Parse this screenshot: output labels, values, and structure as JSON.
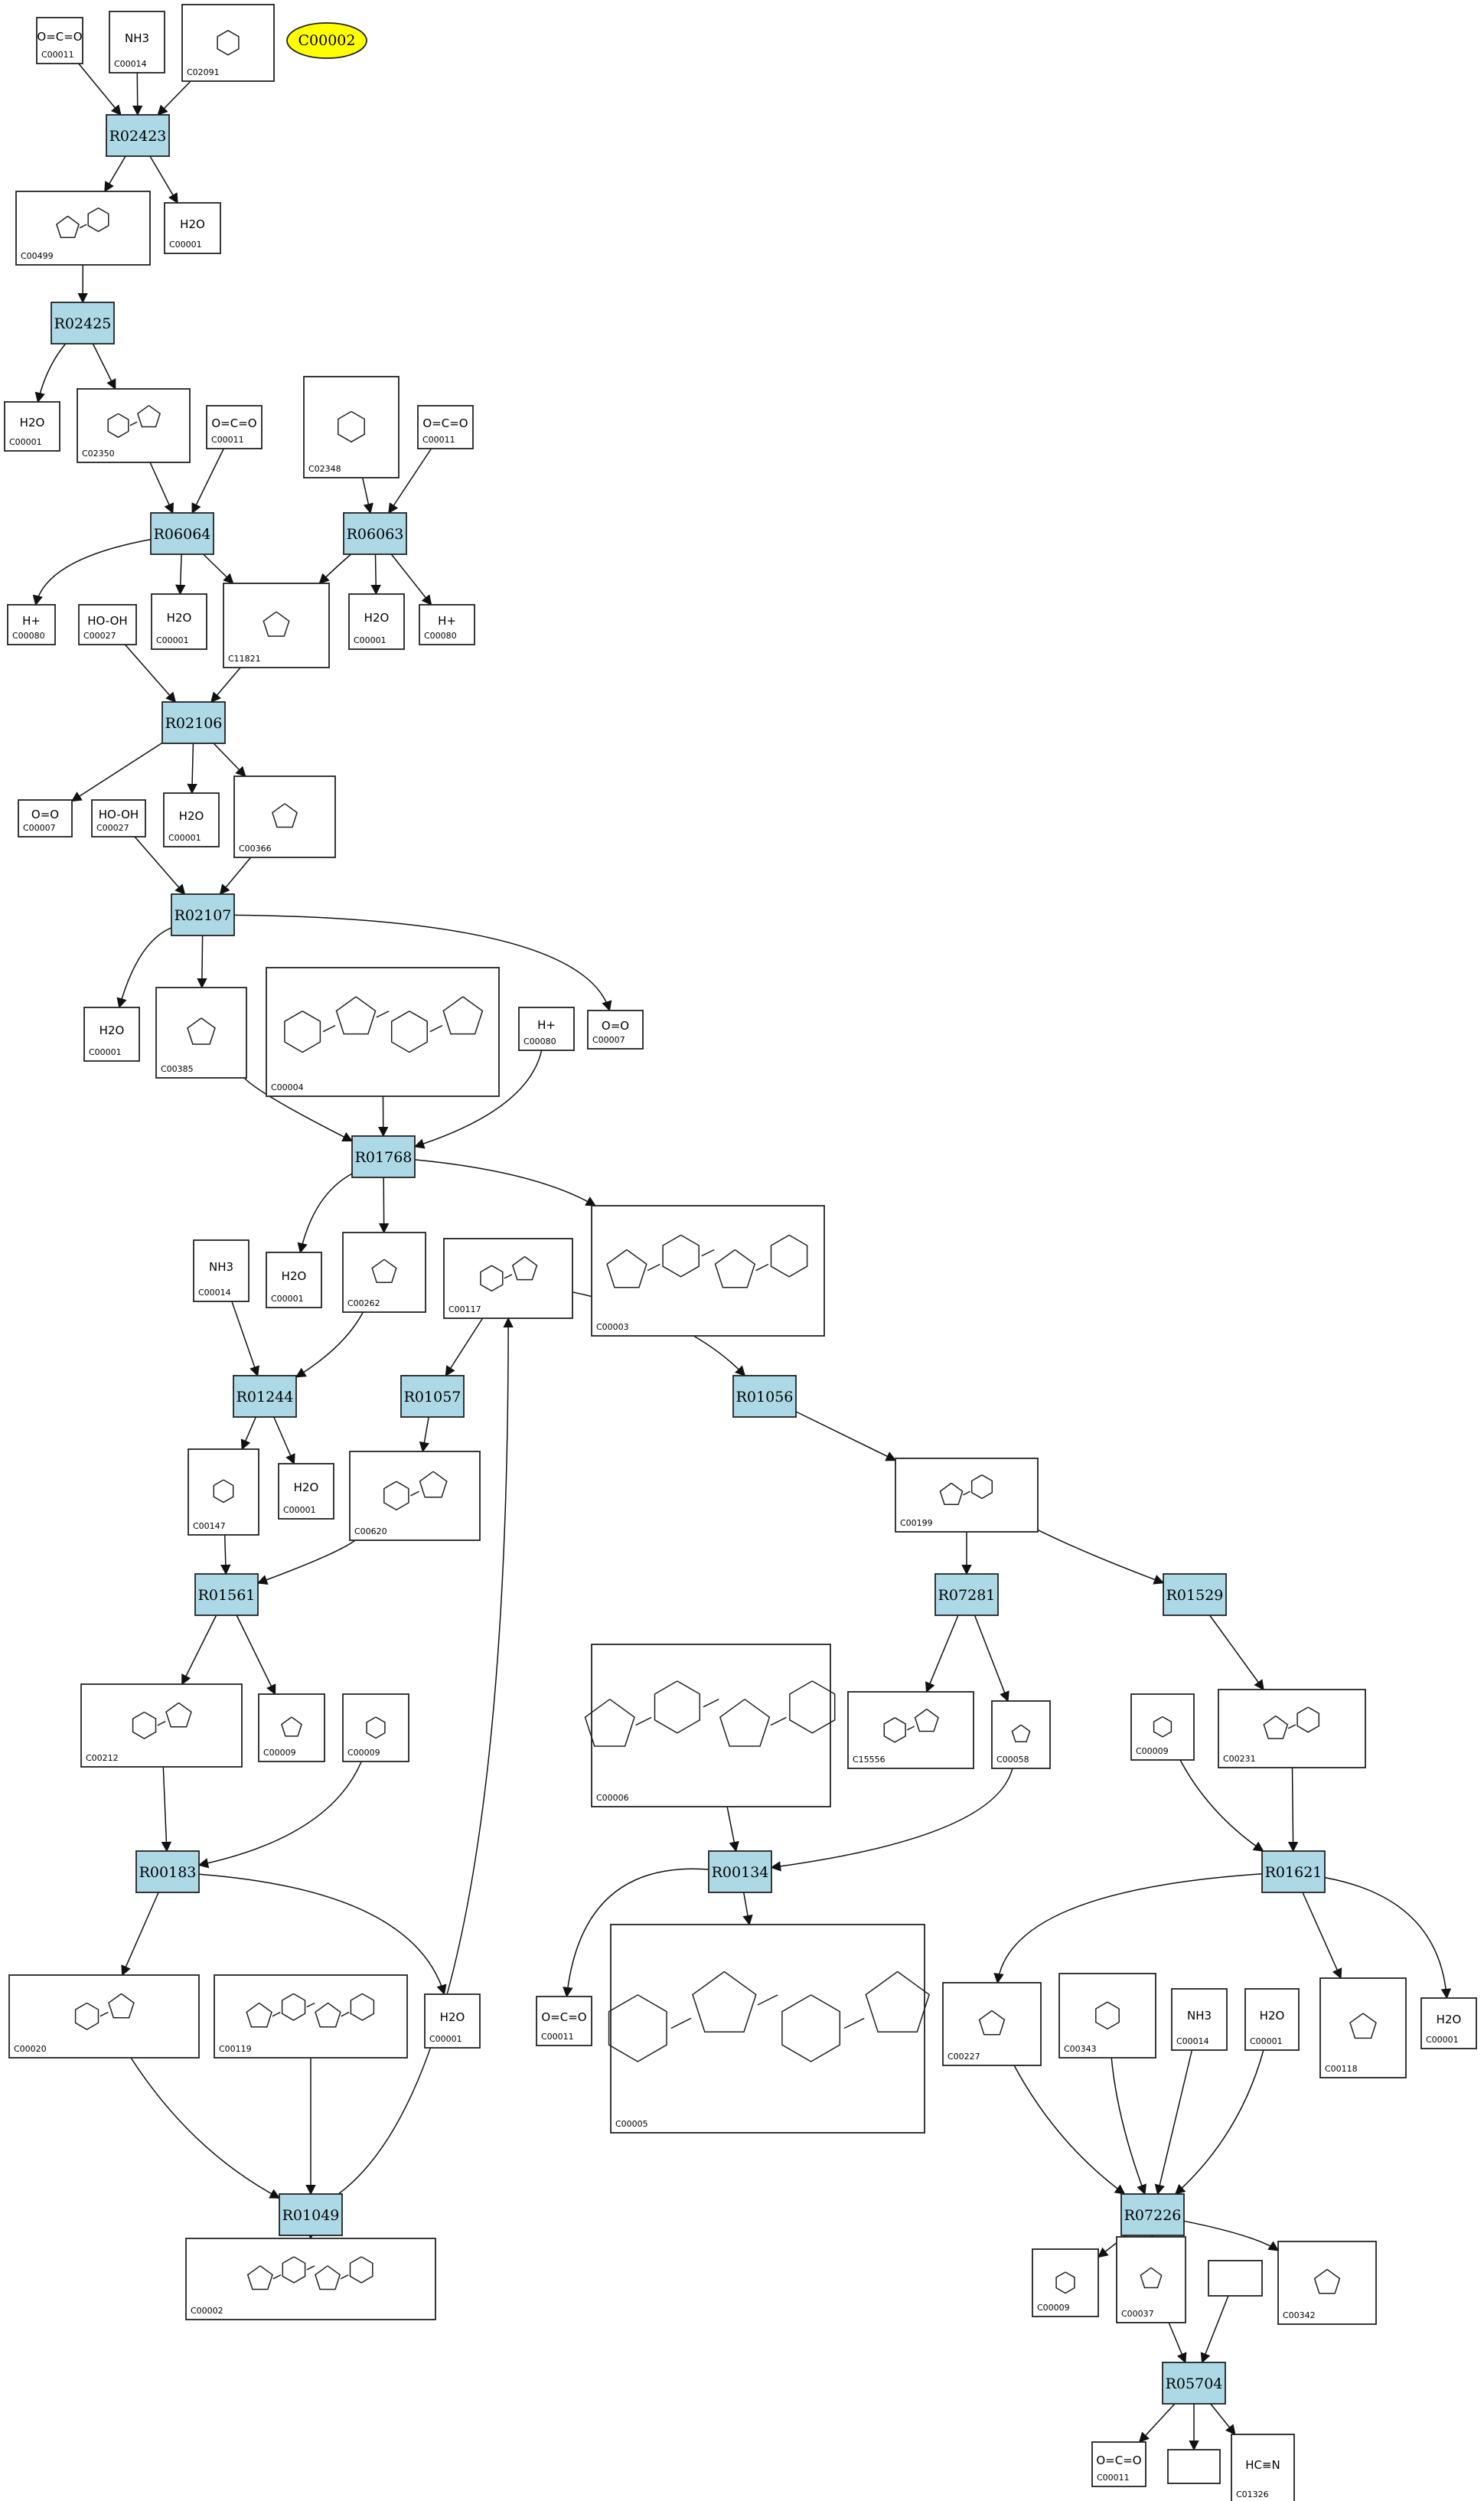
{
  "oval": {
    "id": "oval-C00002",
    "label": "C00002"
  },
  "reactions": [
    {
      "id": "R02423",
      "label": "R02423"
    },
    {
      "id": "R02425",
      "label": "R02425"
    },
    {
      "id": "R06064",
      "label": "R06064"
    },
    {
      "id": "R06063",
      "label": "R06063"
    },
    {
      "id": "R02106",
      "label": "R02106"
    },
    {
      "id": "R02107",
      "label": "R02107"
    },
    {
      "id": "R01768",
      "label": "R01768"
    },
    {
      "id": "R01244",
      "label": "R01244"
    },
    {
      "id": "R01057",
      "label": "R01057"
    },
    {
      "id": "R01056",
      "label": "R01056"
    },
    {
      "id": "R07281",
      "label": "R07281"
    },
    {
      "id": "R01529",
      "label": "R01529"
    },
    {
      "id": "R01561",
      "label": "R01561"
    },
    {
      "id": "R00183",
      "label": "R00183"
    },
    {
      "id": "R00134",
      "label": "R00134"
    },
    {
      "id": "R01621",
      "label": "R01621"
    },
    {
      "id": "R01049",
      "label": "R01049"
    },
    {
      "id": "R07226",
      "label": "R07226"
    },
    {
      "id": "R05704",
      "label": "R05704"
    }
  ],
  "compounds": [
    {
      "id": "n1",
      "label": "C00011",
      "formula": "O=C=O"
    },
    {
      "id": "n2",
      "label": "C00014",
      "formula": "NH3"
    },
    {
      "id": "n3",
      "label": "C02091",
      "formula": ""
    },
    {
      "id": "n4",
      "label": "C00499",
      "formula": ""
    },
    {
      "id": "n5",
      "label": "C00001",
      "formula": "H2O"
    },
    {
      "id": "n6",
      "label": "C00001",
      "formula": "H2O"
    },
    {
      "id": "n7",
      "label": "C02350",
      "formula": ""
    },
    {
      "id": "n8",
      "label": "C00011",
      "formula": "O=C=O"
    },
    {
      "id": "n9",
      "label": "C02348",
      "formula": ""
    },
    {
      "id": "n10",
      "label": "C00011",
      "formula": "O=C=O"
    },
    {
      "id": "n11",
      "label": "C00080",
      "formula": "H+"
    },
    {
      "id": "n12",
      "label": "C00027",
      "formula": "HO-OH"
    },
    {
      "id": "n13",
      "label": "C00001",
      "formula": "H2O"
    },
    {
      "id": "n14",
      "label": "C11821",
      "formula": ""
    },
    {
      "id": "n15",
      "label": "C00001",
      "formula": "H2O"
    },
    {
      "id": "n16",
      "label": "C00080",
      "formula": "H+"
    },
    {
      "id": "n17",
      "label": "C00007",
      "formula": "O=O"
    },
    {
      "id": "n18",
      "label": "C00027",
      "formula": "HO-OH"
    },
    {
      "id": "n19",
      "label": "C00001",
      "formula": "H2O"
    },
    {
      "id": "n20",
      "label": "C00366",
      "formula": ""
    },
    {
      "id": "n21",
      "label": "C00001",
      "formula": "H2O"
    },
    {
      "id": "n22",
      "label": "C00385",
      "formula": ""
    },
    {
      "id": "n23",
      "label": "C00004",
      "formula": ""
    },
    {
      "id": "n24",
      "label": "C00080",
      "formula": "H+"
    },
    {
      "id": "n25",
      "label": "C00007",
      "formula": "O=O"
    },
    {
      "id": "n26",
      "label": "C00014",
      "formula": "NH3"
    },
    {
      "id": "n27",
      "label": "C00001",
      "formula": "H2O"
    },
    {
      "id": "n28",
      "label": "C00262",
      "formula": ""
    },
    {
      "id": "n29",
      "label": "C00117",
      "formula": ""
    },
    {
      "id": "n30",
      "label": "C00003",
      "formula": ""
    },
    {
      "id": "n31",
      "label": "C00147",
      "formula": ""
    },
    {
      "id": "n32",
      "label": "C00001",
      "formula": "H2O"
    },
    {
      "id": "n33",
      "label": "C00620",
      "formula": ""
    },
    {
      "id": "n34",
      "label": "C00199",
      "formula": ""
    },
    {
      "id": "n35",
      "label": "C00212",
      "formula": ""
    },
    {
      "id": "n36",
      "label": "C00009",
      "formula": ""
    },
    {
      "id": "n37",
      "label": "C00009",
      "formula": ""
    },
    {
      "id": "n38",
      "label": "C00006",
      "formula": ""
    },
    {
      "id": "n39",
      "label": "C15556",
      "formula": ""
    },
    {
      "id": "n40",
      "label": "C00058",
      "formula": ""
    },
    {
      "id": "n41",
      "label": "C00009",
      "formula": ""
    },
    {
      "id": "n42",
      "label": "C00231",
      "formula": ""
    },
    {
      "id": "n43",
      "label": "C00020",
      "formula": ""
    },
    {
      "id": "n44",
      "label": "C00119",
      "formula": ""
    },
    {
      "id": "n45",
      "label": "C00001",
      "formula": "H2O"
    },
    {
      "id": "n46",
      "label": "C00011",
      "formula": "O=C=O"
    },
    {
      "id": "n47",
      "label": "C00005",
      "formula": ""
    },
    {
      "id": "n48",
      "label": "C00227",
      "formula": ""
    },
    {
      "id": "n49",
      "label": "C00343",
      "formula": ""
    },
    {
      "id": "n50",
      "label": "C00014",
      "formula": "NH3"
    },
    {
      "id": "n51",
      "label": "C00001",
      "formula": "H2O"
    },
    {
      "id": "n52",
      "label": "C00118",
      "formula": ""
    },
    {
      "id": "n53",
      "label": "C00001",
      "formula": "H2O"
    },
    {
      "id": "n54",
      "label": "C00002",
      "formula": ""
    },
    {
      "id": "n55",
      "label": "C00009",
      "formula": ""
    },
    {
      "id": "n56",
      "label": "C00037",
      "formula": ""
    },
    {
      "id": "n57",
      "label": "",
      "formula": ""
    },
    {
      "id": "n58",
      "label": "C00342",
      "formula": ""
    },
    {
      "id": "n59",
      "label": "C00011",
      "formula": "O=C=O"
    },
    {
      "id": "n60",
      "label": "",
      "formula": ""
    },
    {
      "id": "n61",
      "label": "C01326",
      "formula": "HC≡N"
    }
  ],
  "edges": [
    [
      "n1",
      "R02423"
    ],
    [
      "n2",
      "R02423"
    ],
    [
      "n3",
      "R02423"
    ],
    [
      "R02423",
      "n4"
    ],
    [
      "R02423",
      "n5"
    ],
    [
      "n4",
      "R02425"
    ],
    [
      "R02425",
      "n6"
    ],
    [
      "R02425",
      "n7"
    ],
    [
      "n7",
      "R06064"
    ],
    [
      "n8",
      "R06064"
    ],
    [
      "n9",
      "R06063"
    ],
    [
      "n10",
      "R06063"
    ],
    [
      "R06064",
      "n11"
    ],
    [
      "R06064",
      "n13"
    ],
    [
      "R06064",
      "n14"
    ],
    [
      "R06063",
      "n14"
    ],
    [
      "R06063",
      "n15"
    ],
    [
      "R06063",
      "n16"
    ],
    [
      "n12",
      "R02106"
    ],
    [
      "n14",
      "R02106"
    ],
    [
      "R02106",
      "n17"
    ],
    [
      "R02106",
      "n19"
    ],
    [
      "R02106",
      "n20"
    ],
    [
      "n18",
      "R02107"
    ],
    [
      "n20",
      "R02107"
    ],
    [
      "R02107",
      "n21"
    ],
    [
      "R02107",
      "n22"
    ],
    [
      "R02107",
      "n25"
    ],
    [
      "n22",
      "R01768"
    ],
    [
      "n23",
      "R01768"
    ],
    [
      "n24",
      "R01768"
    ],
    [
      "R01768",
      "n27"
    ],
    [
      "R01768",
      "n28"
    ],
    [
      "R01768",
      "n30"
    ],
    [
      "n26",
      "R01244"
    ],
    [
      "n28",
      "R01244"
    ],
    [
      "R01244",
      "n31"
    ],
    [
      "R01244",
      "n32"
    ],
    [
      "n29",
      "R01057"
    ],
    [
      "R01057",
      "n33"
    ],
    [
      "n29",
      "R01056"
    ],
    [
      "R01056",
      "n34"
    ],
    [
      "n31",
      "R01561"
    ],
    [
      "n33",
      "R01561"
    ],
    [
      "R01561",
      "n35"
    ],
    [
      "R01561",
      "n36"
    ],
    [
      "n34",
      "R07281"
    ],
    [
      "n34",
      "R01529"
    ],
    [
      "R07281",
      "n39"
    ],
    [
      "R07281",
      "n40"
    ],
    [
      "R01529",
      "n42"
    ],
    [
      "n35",
      "R00183"
    ],
    [
      "n37",
      "R00183"
    ],
    [
      "R00183",
      "n43"
    ],
    [
      "R00183",
      "n45"
    ],
    [
      "n38",
      "R00134"
    ],
    [
      "n40",
      "R00134"
    ],
    [
      "R00134",
      "n46"
    ],
    [
      "R00134",
      "n47"
    ],
    [
      "n41",
      "R01621"
    ],
    [
      "n42",
      "R01621"
    ],
    [
      "R01621",
      "n48"
    ],
    [
      "R01621",
      "n52"
    ],
    [
      "R01621",
      "n53"
    ],
    [
      "n43",
      "R01049"
    ],
    [
      "n44",
      "R01049"
    ],
    [
      "R01049",
      "n54"
    ],
    [
      "R01049",
      "n29"
    ],
    [
      "n48",
      "R07226"
    ],
    [
      "n49",
      "R07226"
    ],
    [
      "n50",
      "R07226"
    ],
    [
      "n51",
      "R07226"
    ],
    [
      "R07226",
      "n55"
    ],
    [
      "R07226",
      "n56"
    ],
    [
      "R07226",
      "n58"
    ],
    [
      "n56",
      "R05704"
    ],
    [
      "n57",
      "R05704"
    ],
    [
      "R05704",
      "n59"
    ],
    [
      "R05704",
      "n60"
    ],
    [
      "R05704",
      "n61"
    ]
  ]
}
